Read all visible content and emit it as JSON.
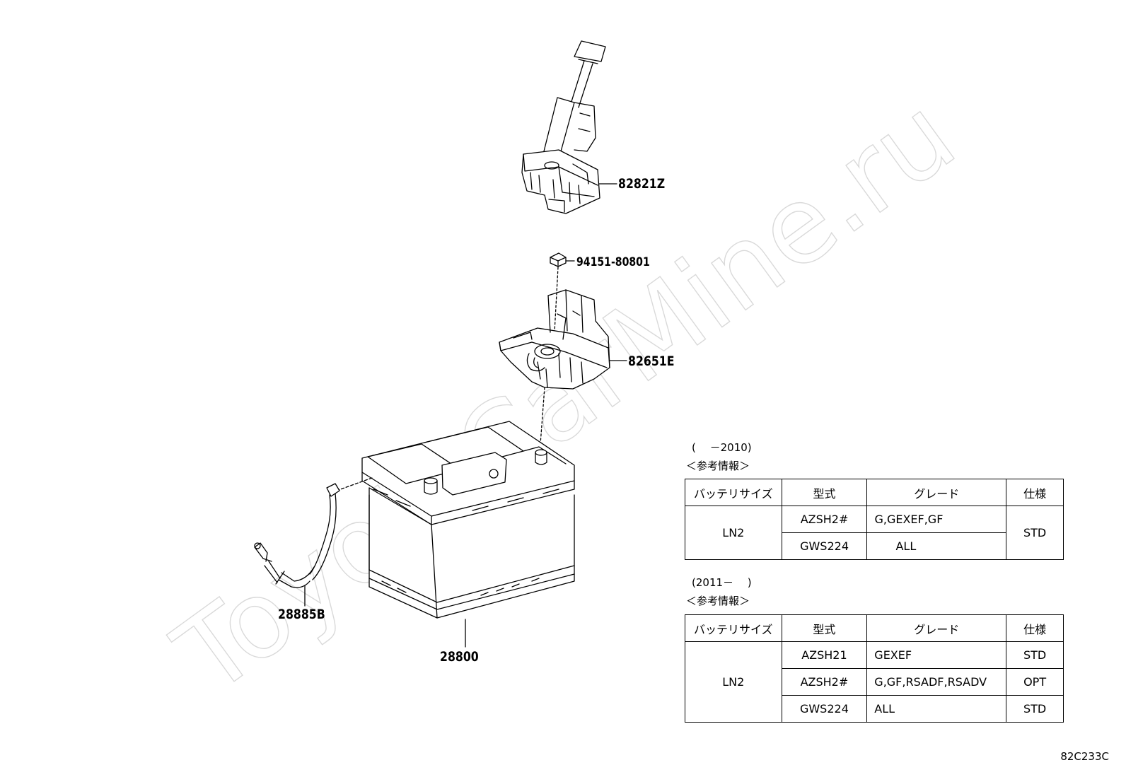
{
  "watermark": "ToyotaCarMine.ru",
  "parts": {
    "p1": "82821Z",
    "p2": "94151-80801",
    "p3": "82651E",
    "p4": "28885B",
    "p5": "28800"
  },
  "tables": [
    {
      "period": "(　 －2010)",
      "note": "＜参考情報＞",
      "headers": [
        "バッテリサイズ",
        "型式",
        "グレード",
        "仕様"
      ],
      "battery": "LN2",
      "rows": [
        {
          "model": "AZSH2#",
          "grade": "G,GEXEF,GF"
        },
        {
          "model": "GWS224",
          "grade": "ALL"
        }
      ],
      "spec": "STD"
    },
    {
      "period": "(2011－　 )",
      "note": "＜参考情報＞",
      "headers": [
        "バッテリサイズ",
        "型式",
        "グレード",
        "仕様"
      ],
      "battery": "LN2",
      "rows": [
        {
          "model": "AZSH21",
          "grade": "GEXEF",
          "spec": "STD"
        },
        {
          "model": "AZSH2#",
          "grade": "G,GF,RSADF,RSADV",
          "spec": "OPT"
        },
        {
          "model": "GWS224",
          "grade": "ALL",
          "spec": "STD"
        }
      ]
    }
  ],
  "diagram_id": "82C233C"
}
